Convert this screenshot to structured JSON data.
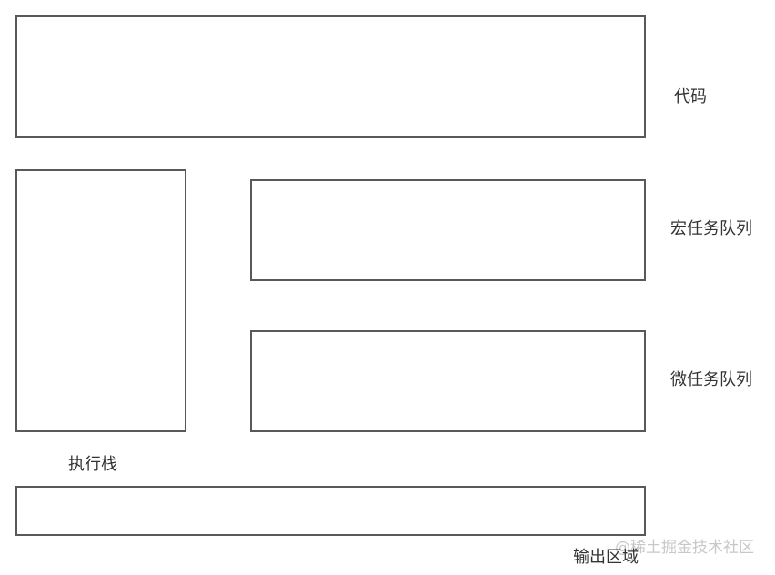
{
  "diagram": {
    "code_label": "代码",
    "macro_queue_label": "宏任务队列",
    "micro_queue_label": "微任务队列",
    "call_stack_label": "执行栈",
    "output_label": "输出区域"
  },
  "watermark": {
    "text": "@稀土掘金技术社区"
  },
  "colors": {
    "box_border": "#595959",
    "label_text": "#333333",
    "watermark_text": "#c8c8c8"
  }
}
